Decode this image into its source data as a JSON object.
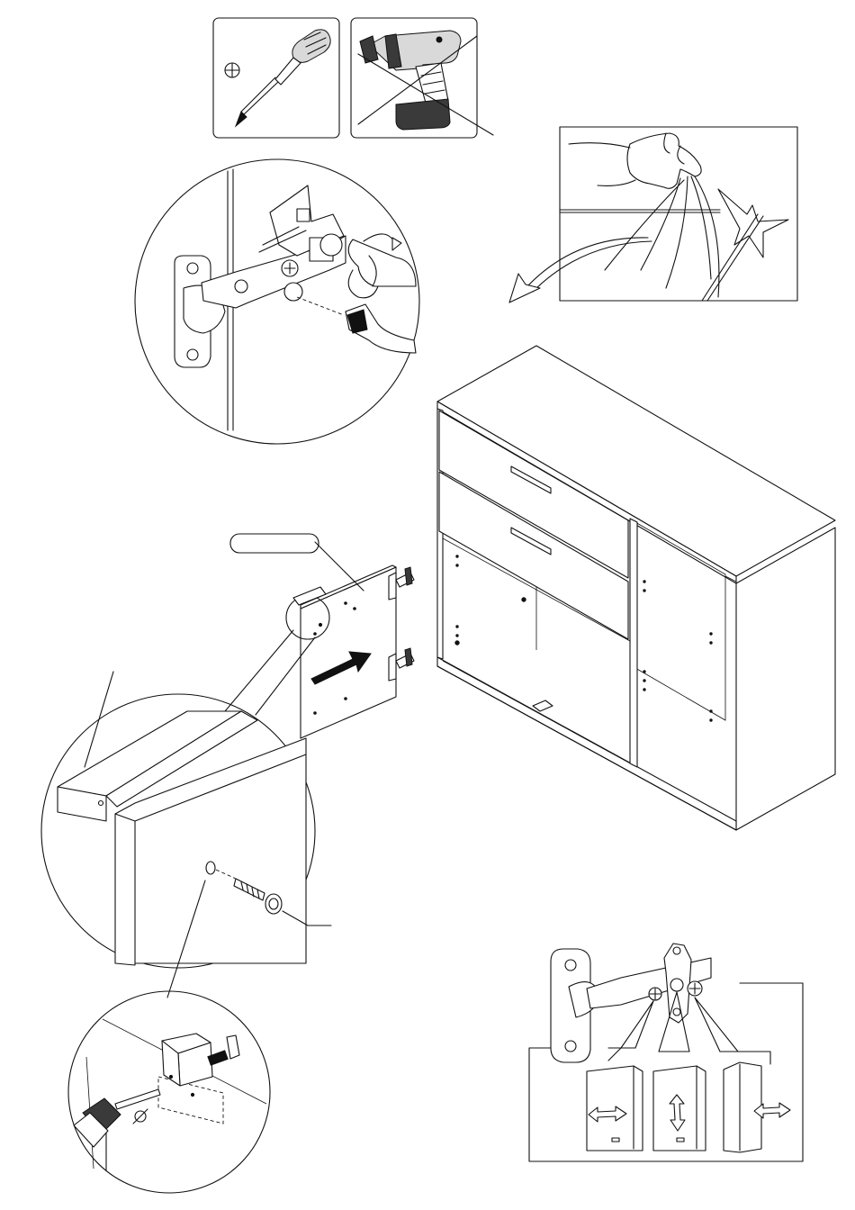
{
  "sheet": {
    "tools": [
      {
        "name": "phillips-screwdriver",
        "allowed": true
      },
      {
        "name": "cordless-drill",
        "allowed": false
      }
    ],
    "warnings": [
      {
        "name": "door-hits-edge",
        "meaning": "do-not-swing-door-against-edge"
      }
    ],
    "part_label": "",
    "hinge_adjustments": [
      "horizontal",
      "vertical",
      "depth"
    ]
  }
}
